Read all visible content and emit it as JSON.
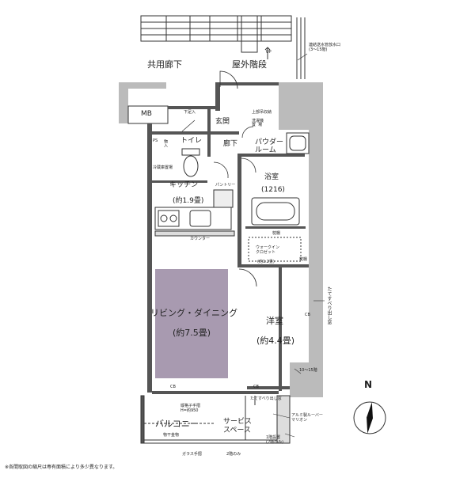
{
  "rooms": {
    "common_corridor": "共用廊下",
    "outdoor_stairs": "屋外階段",
    "mb": "MB",
    "entrance": "玄関",
    "shoe_box": "下足入",
    "hallway": "廊下",
    "toilet": "トイレ",
    "ps": "PS",
    "storage": "物入",
    "powder_room": "パウダー\nルーム",
    "upper_storage": "上部吊収納",
    "laundry": "洗濯機\n置  場",
    "fridge": "冷蔵庫置場",
    "kitchen": "キッチン",
    "kitchen_size": "(約1.9畳)",
    "pantry": "パントリー",
    "counter": "カウンター",
    "bath": "浴室",
    "bath_size": "(1216)",
    "shelf_top": "枕棚",
    "walkin": "ウォークイン\nクロゼット",
    "walkin_size": "(約1.2畳)",
    "shelf_side": "枕棚",
    "living": "リビング・ダイニング",
    "living_size": "(約7.5畳)",
    "western": "洋室",
    "western_size": "(約4.4畳)",
    "cb_right": "CB",
    "cb_bottom_left": "CB",
    "cb_bottom_right": "CB",
    "balcony": "バルコニー",
    "service_space": "サービス\nスペース",
    "up": "UP"
  },
  "annotations": {
    "standpipe": "連結送水管放水口\n(3～15階)",
    "escape_vertical": "たてすべり出し窓",
    "floors_10_15": "10～15階",
    "vertical_lattice": "縦格子手摺\nH=約950",
    "drying_hardware": "物干金物",
    "escape_bottom": "たてすべり出し窓",
    "louver": "アルミ製ルーバー\nマリオン",
    "floor1_only_a": "1階設置\n(2階のみ)",
    "glass_railing": "ガラス手摺",
    "floor2_only": "2階のみ"
  },
  "compass": {
    "north": "N"
  },
  "footnote": "※各間取図の縮尺は専有面積により多少異なります。"
}
